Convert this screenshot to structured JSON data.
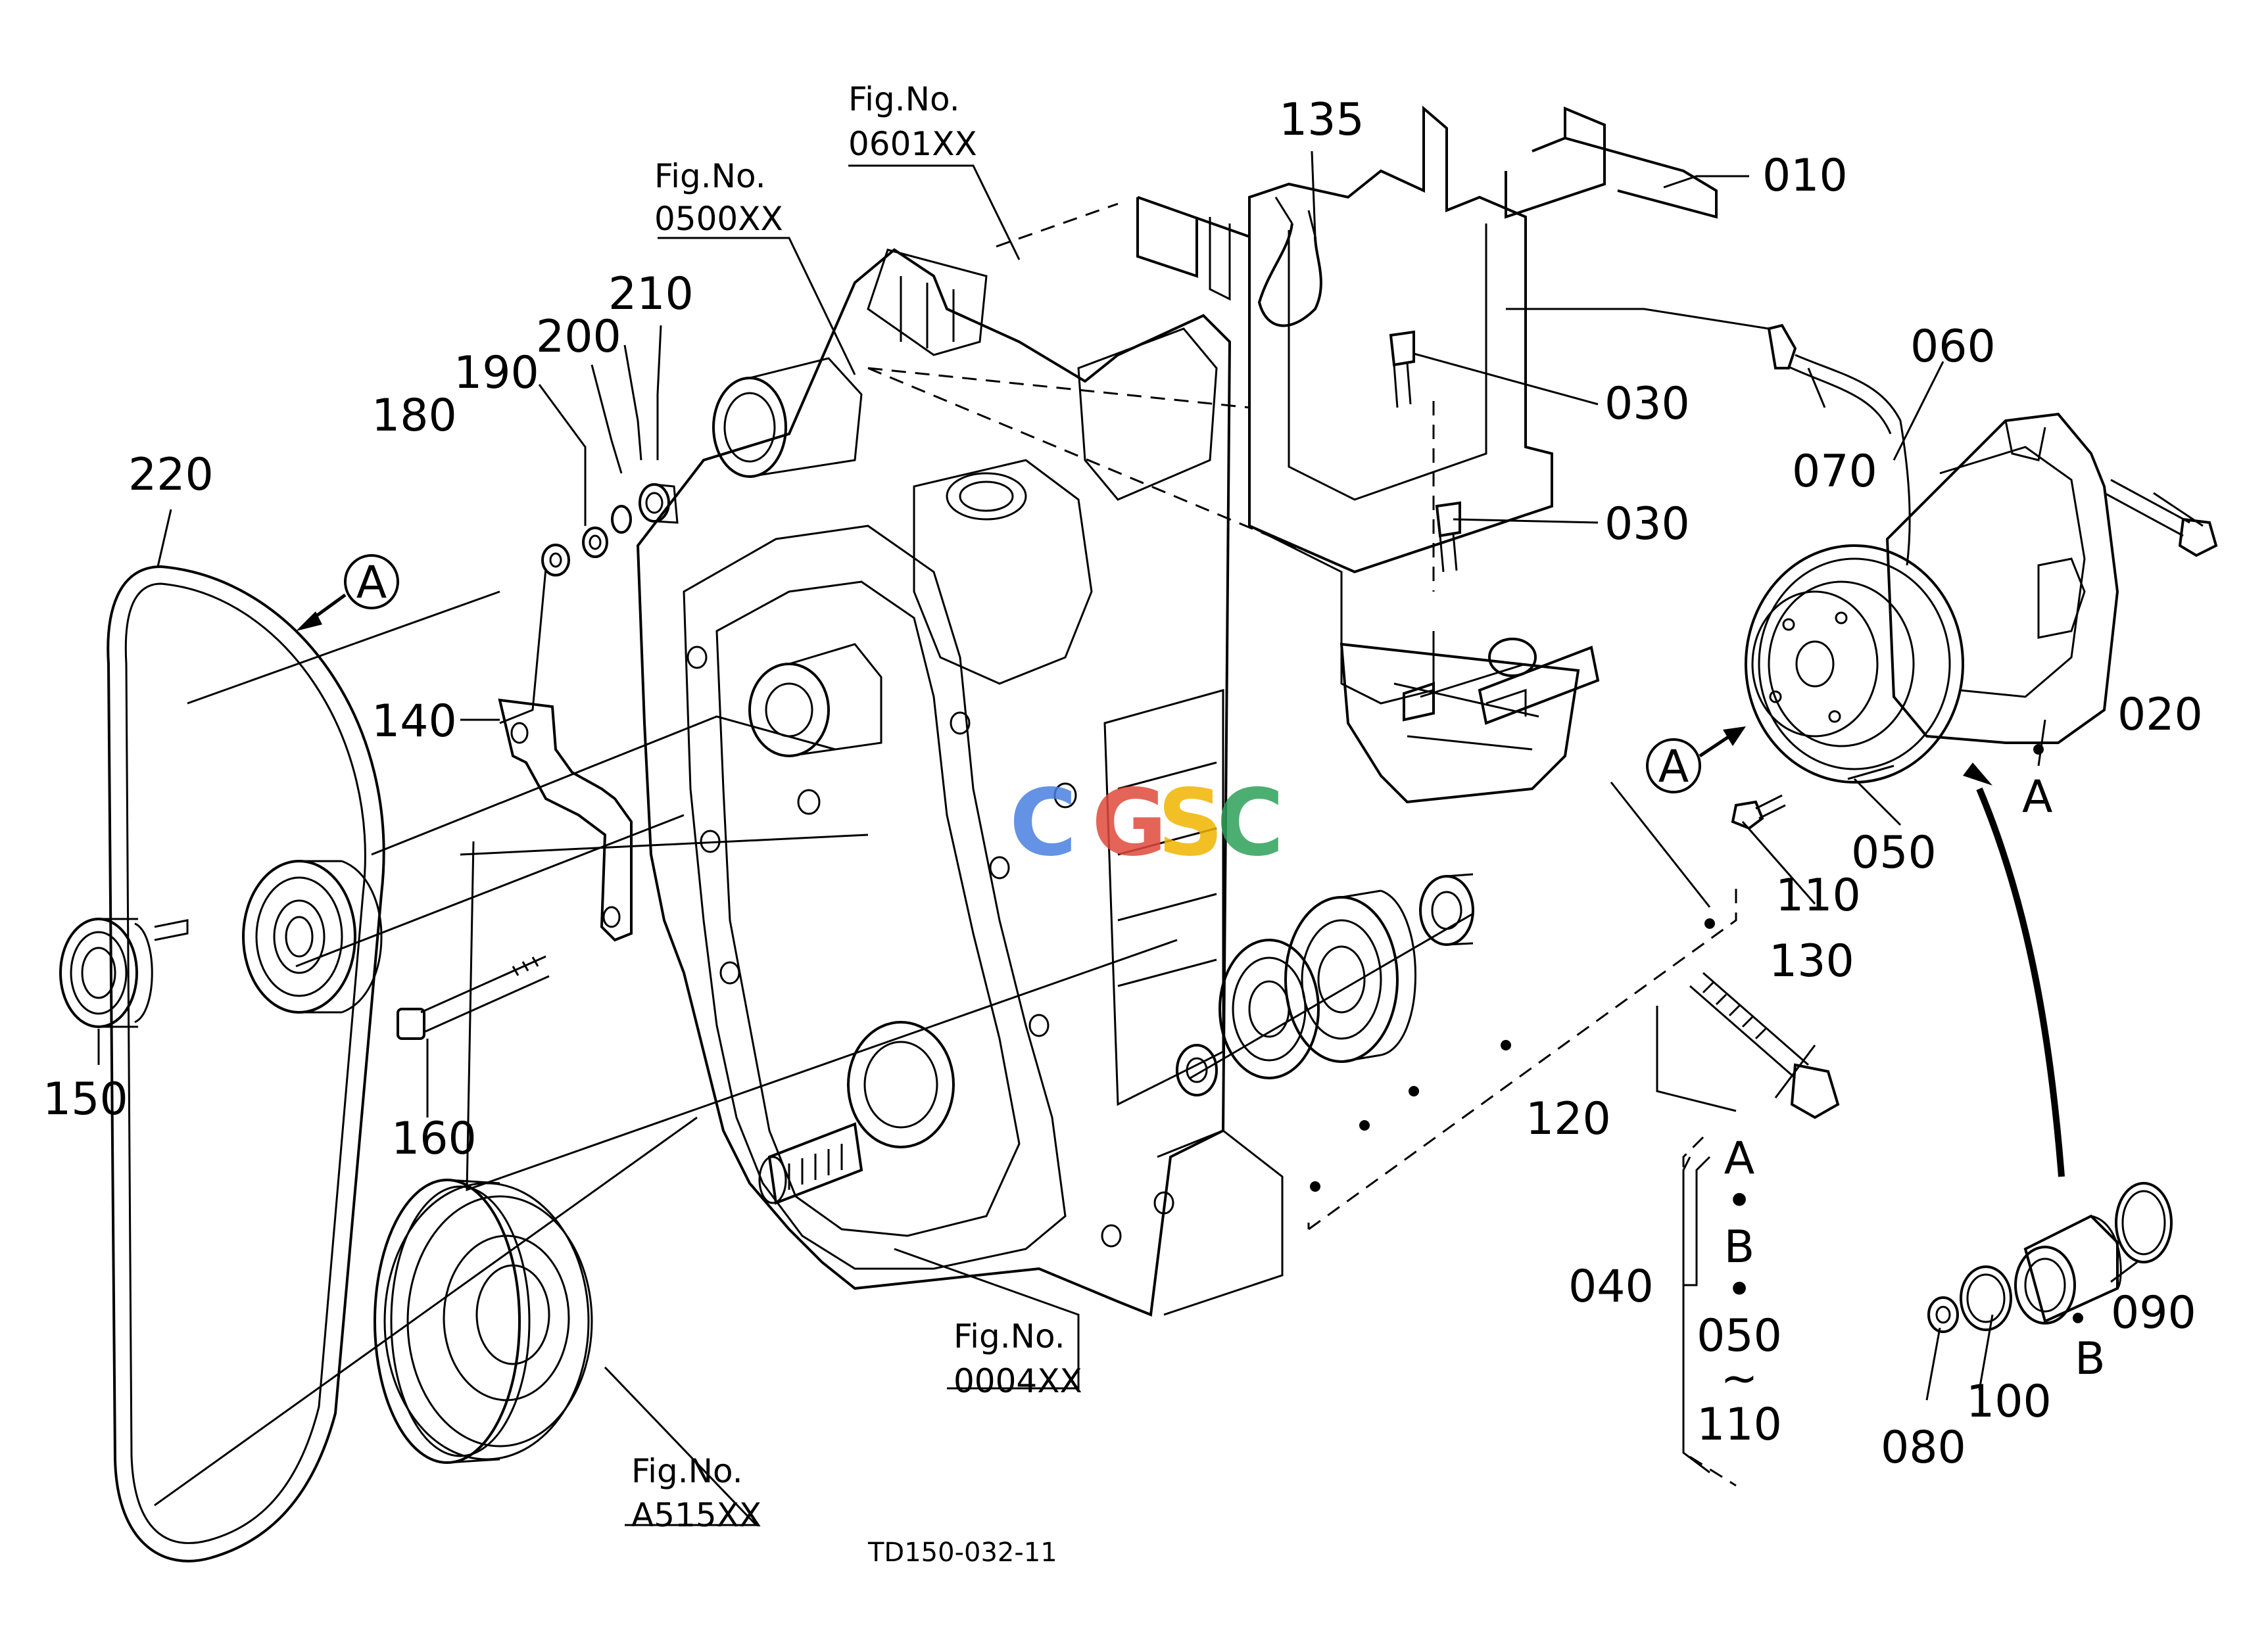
{
  "drawing_code": "TD150-032-11",
  "watermark": {
    "letters": [
      "C",
      "G",
      "S",
      "C"
    ],
    "colors": [
      "#4a7fe0",
      "#e04a3c",
      "#f0b400",
      "#2ea05a"
    ]
  },
  "figure_refs": [
    {
      "id": "fig-0601",
      "line1": "Fig.No.",
      "line2": "0601XX"
    },
    {
      "id": "fig-0500",
      "line1": "Fig.No.",
      "line2": "0500XX"
    },
    {
      "id": "fig-0004",
      "line1": "Fig.No.",
      "line2": "0004XX"
    },
    {
      "id": "fig-a515",
      "line1": "Fig.No.",
      "line2": "A515XX"
    }
  ],
  "part_labels": {
    "p010": "010",
    "p020": "020",
    "p030a": "030",
    "p030b": "030",
    "p040": "040",
    "p050": "050",
    "p060": "060",
    "p070": "070",
    "p080": "080",
    "p090": "090",
    "p100": "100",
    "p110": "110",
    "p120": "120",
    "p130": "130",
    "p135": "135",
    "p140": "140",
    "p150": "150",
    "p160": "160",
    "p180": "180",
    "p190": "190",
    "p200": "200",
    "p210": "210",
    "p220": "220"
  },
  "callouts": {
    "a_circle_left": "A",
    "a_circle_right": "A",
    "a_marker": "A",
    "b_marker": "B"
  },
  "range_note": {
    "line1": "A",
    "dot1": "•",
    "line2": "B",
    "dot2": "•",
    "line3": "050",
    "tilde": "~",
    "line4": "110"
  }
}
